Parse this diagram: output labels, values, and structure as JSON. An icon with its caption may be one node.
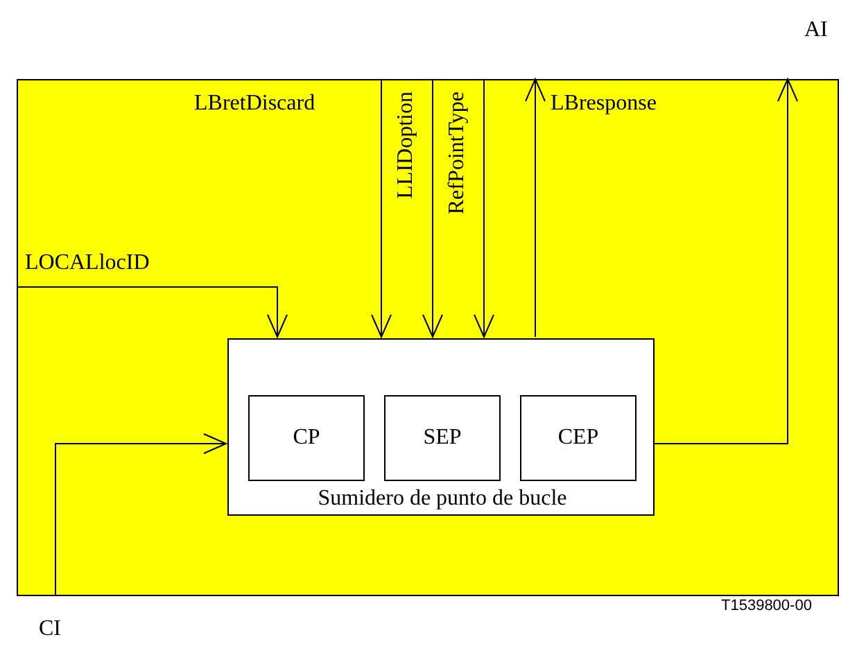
{
  "diagram": {
    "nodes": [
      {
        "text": [],
        "shape": "box"
      },
      {
        "text": [
          "Sumidero de punto de bucle"
        ],
        "in": 0
      },
      {
        "text": [
          "CP"
        ],
        "in": 1
      },
      {
        "text": [
          "SEP"
        ],
        "in": 1
      },
      {
        "text": [
          "CEP"
        ],
        "in": 1
      }
    ],
    "edges": [
      {
        "from": null,
        "to": 1,
        "arrow": "to",
        "label": "LBretDiscard"
      },
      {
        "from": null,
        "to": 1,
        "arrow": "to",
        "label": "LLIDoption"
      },
      {
        "from": null,
        "to": 1,
        "arrow": "to",
        "label": "RefPointType"
      },
      {
        "from": 1,
        "to": null,
        "arrow": "to",
        "label": "LBresponse"
      },
      {
        "from": null,
        "to": 1,
        "arrow": "to",
        "label": "LOCALlocID"
      },
      {
        "from": null,
        "to": 1,
        "arrow": "to"
      },
      {
        "from": 1,
        "to": null,
        "arrow": "to"
      }
    ],
    "labels": [
      "AI",
      "CI",
      "T1539800-00"
    ]
  }
}
